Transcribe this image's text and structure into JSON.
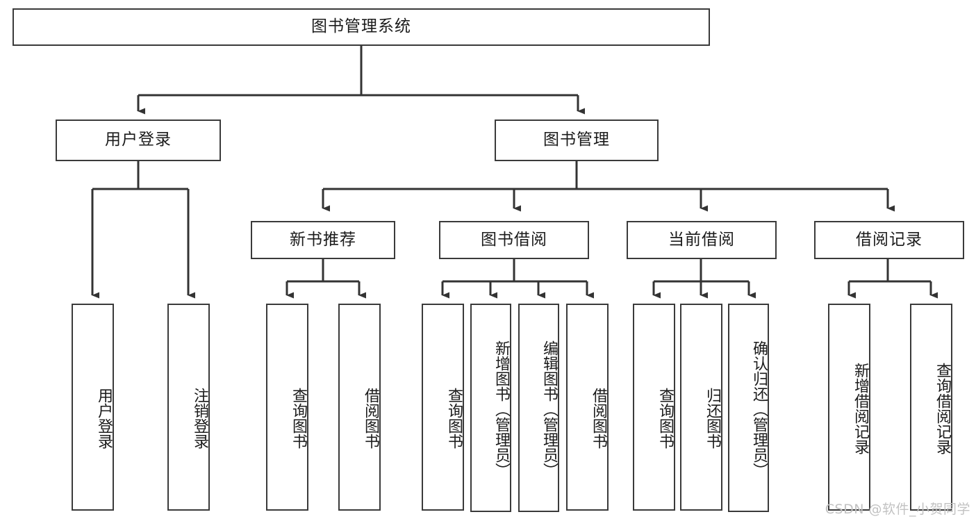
{
  "diagram": {
    "title": "图书管理系统",
    "watermark": "CSDN @软件_小贺同学",
    "colors": {
      "background": "#ffffff",
      "box_border": "#3a3a3a",
      "box_fill": "#ffffff",
      "edge": "#333333",
      "text": "#1b1b1b",
      "watermark": "#c2c2c2"
    },
    "nodes": {
      "root": {
        "label": "图书管理系统"
      },
      "level2": [
        {
          "id": "user-login",
          "label": "用户登录"
        },
        {
          "id": "book-manage",
          "label": "图书管理"
        }
      ],
      "level3": [
        {
          "id": "new-book-recommend",
          "label": "新书推荐"
        },
        {
          "id": "book-borrow",
          "label": "图书借阅"
        },
        {
          "id": "current-borrow",
          "label": "当前借阅"
        },
        {
          "id": "borrow-record",
          "label": "借阅记录"
        }
      ],
      "leaves": {
        "user_login": [
          {
            "id": "leaf-user-login",
            "label": "用户登录"
          },
          {
            "id": "leaf-logout",
            "label": "注销登录"
          }
        ],
        "new_book_recommend": [
          {
            "id": "leaf-query-book-1",
            "label": "查询图书"
          },
          {
            "id": "leaf-borrow-book-1",
            "label": "借阅图书"
          }
        ],
        "book_borrow": [
          {
            "id": "leaf-query-book-2",
            "label": "查询图书"
          },
          {
            "id": "leaf-add-book",
            "label": "新增图书（管理员）"
          },
          {
            "id": "leaf-edit-book",
            "label": "编辑图书（管理员）"
          },
          {
            "id": "leaf-borrow-book-2",
            "label": "借阅图书"
          }
        ],
        "current_borrow": [
          {
            "id": "leaf-query-book-3",
            "label": "查询图书"
          },
          {
            "id": "leaf-return-book",
            "label": "归还图书"
          },
          {
            "id": "leaf-confirm-return",
            "label": "确认归还（管理员）"
          }
        ],
        "borrow_record": [
          {
            "id": "leaf-add-record",
            "label": "新增借阅记录"
          },
          {
            "id": "leaf-query-record",
            "label": "查询借阅记录"
          }
        ]
      }
    }
  }
}
